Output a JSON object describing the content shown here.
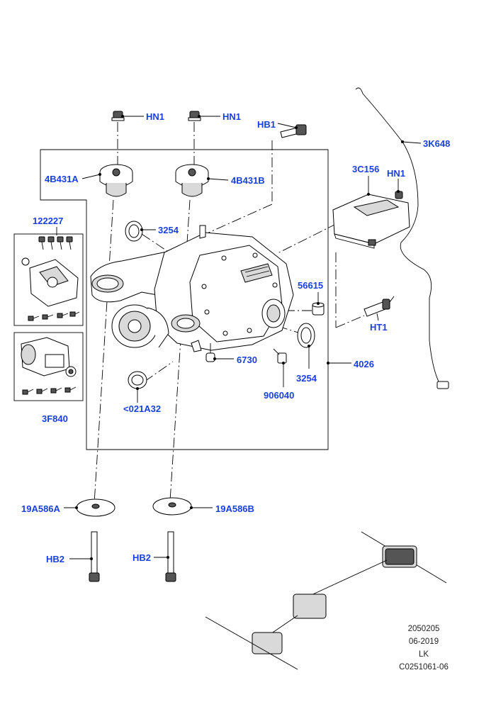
{
  "labels": {
    "hn1_left": "HN1",
    "hn1_mid": "HN1",
    "hb1": "HB1",
    "k3_648": "3K648",
    "b4431a": "4B431A",
    "b4431b": "4B431B",
    "c3_156": "3C156",
    "hn1_right": "HN1",
    "p122227": "122227",
    "p3254_top": "3254",
    "p56615": "56615",
    "ht1": "HT1",
    "p6730": "6730",
    "p4026": "4026",
    "p3254_bottom": "3254",
    "p906040": "906040",
    "p021a32": "<021A32",
    "f3_840": "3F840",
    "a19586a": "19A586A",
    "a19586b": "19A586B",
    "hb2_left": "HB2",
    "hb2_right": "HB2"
  },
  "footer": {
    "code": "2050205",
    "date": "06-2019",
    "initials": "LK",
    "ref": "C0251061-06"
  }
}
